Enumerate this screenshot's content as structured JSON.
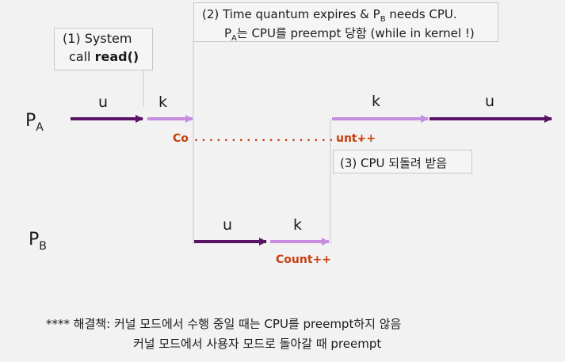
{
  "notes": {
    "syscall_line1": "(1) System",
    "syscall_line2_prefix": "call ",
    "syscall_line2_bold": "read()",
    "quantum_line1_prefix": "(2) Time quantum expires & P",
    "quantum_line1_sub": "B",
    "quantum_line1_suffix": " needs CPU.",
    "quantum_line2_prefix": "P",
    "quantum_line2_sub": "A",
    "quantum_line2_suffix": "는 CPU를 preempt 당함 (while in kernel !)",
    "return_cpu": "(3) CPU 되돌려 받음"
  },
  "process_a": {
    "name": "P",
    "sub": "A",
    "seg1": "u",
    "seg2": "k",
    "seg3": "k",
    "seg4": "u",
    "counter_start": "Co",
    "counter_dots": ". . . . . . . . . . . . . .   . . . . . . . . .",
    "counter_end": "unt++"
  },
  "process_b": {
    "name": "P",
    "sub": "B",
    "seg1": "u",
    "seg2": "k",
    "counter": "Count++"
  },
  "solution": {
    "line1": "**** 해결책: 커널 모드에서 수행 중일 때는 CPU를 preempt하지 않음",
    "line2": "커널 모드에서 사용자 모드로 돌아갈 때 preempt"
  },
  "colors": {
    "user_arrow": "#5a1466",
    "kernel_arrow": "#c78ee0",
    "counter_text": "#c9400f",
    "box_border": "#c8c8c8"
  }
}
